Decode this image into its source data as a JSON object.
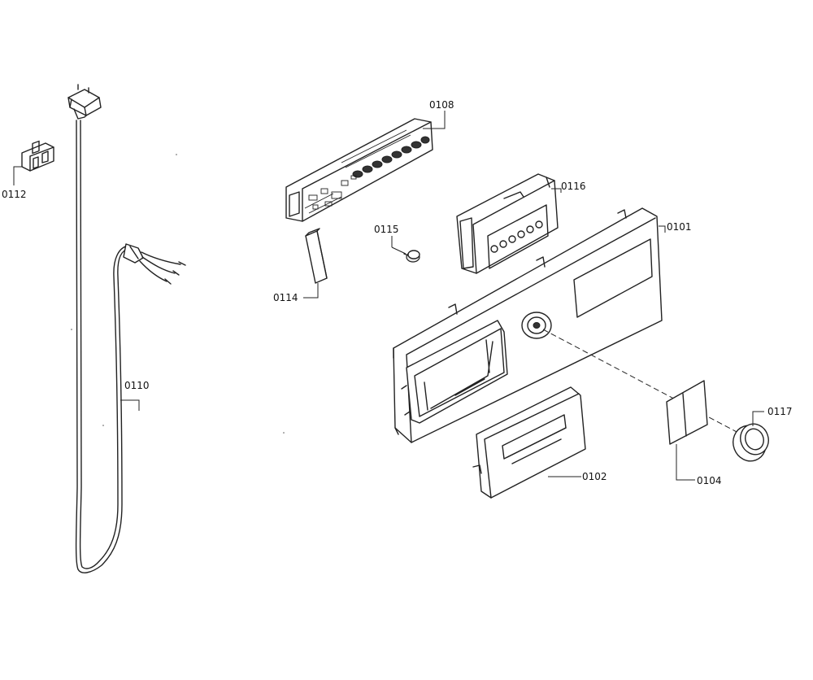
{
  "callouts": {
    "c0101": "0101",
    "c0102": "0102",
    "c0104": "0104",
    "c0108": "0108",
    "c0110": "0110",
    "c0112": "0112",
    "c0114": "0114",
    "c0115": "0115",
    "c0116": "0116",
    "c0117": "0117"
  }
}
